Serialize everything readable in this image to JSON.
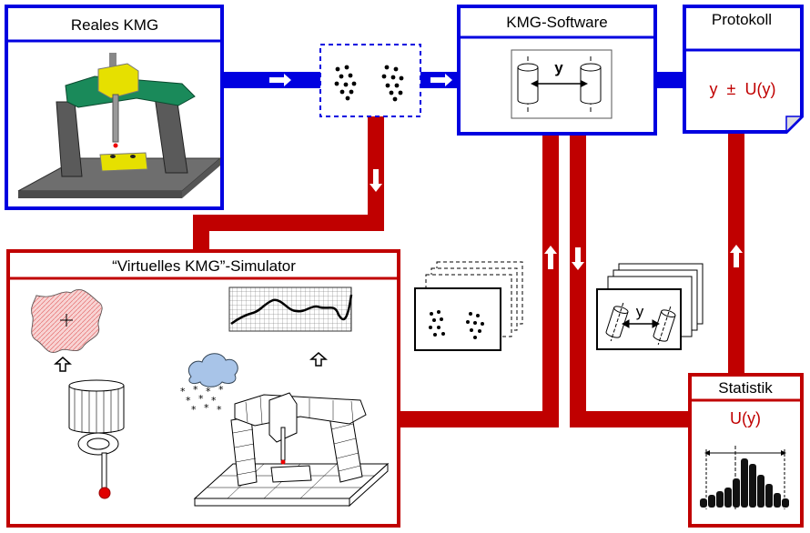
{
  "boxes": {
    "real_cmm": "Reales KMG",
    "cmm_software": "KMG-Software",
    "protocol": "Protokoll",
    "virtual_cmm": "“Virtuelles KMG”-Simulator",
    "statistics": "Statistik"
  },
  "software_measure_label": "y",
  "card_measure_label": "y",
  "protocol_result": {
    "y": "y",
    "pm": "±",
    "u": "U(y)"
  },
  "statistics_result": "U(y)",
  "colors": {
    "blue": "#0000e0",
    "red": "#c00000"
  },
  "arrows": {
    "real_to_points": "right-arrow-icon",
    "points_to_software": "right-arrow-icon",
    "points_to_simulator": "down-arrow-icon",
    "simulator_to_software": "up-arrow-icon",
    "software_to_statistics": "down-arrow-icon",
    "statistics_to_protocol": "up-arrow-icon"
  }
}
